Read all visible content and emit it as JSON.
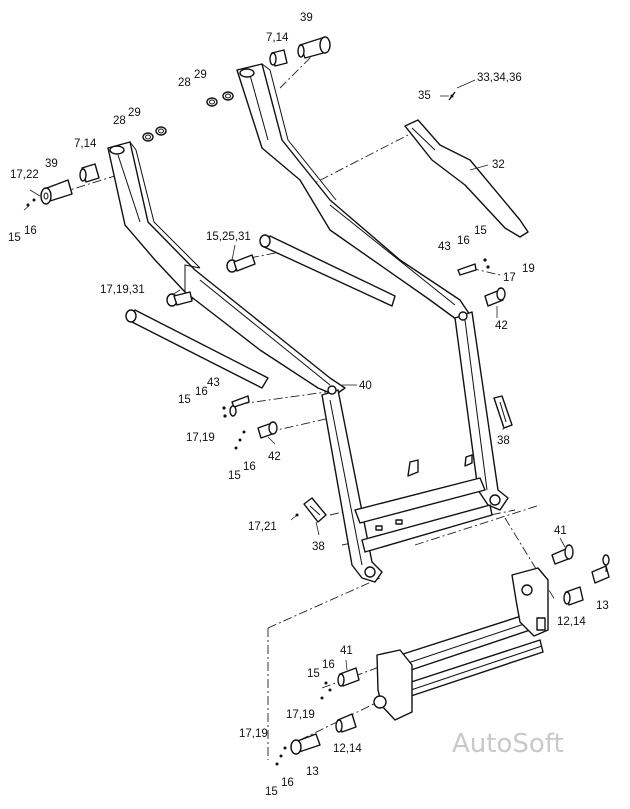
{
  "labels": {
    "l39a": "39",
    "l714a": "7,14",
    "l2829a": "29",
    "l28a": "28",
    "l35": "35",
    "l333436": "33,34,36",
    "l29b": "29",
    "l28b": "28",
    "l714b": "7,14",
    "l1722": "17,22",
    "l39b": "39",
    "l15a": "15",
    "l16a": "16",
    "l32": "32",
    "l152531": "15,25,31",
    "l15b": "15",
    "l43a": "43",
    "l16b": "16",
    "l17a": "17",
    "l19a": "19",
    "l171931": "17,19,31",
    "l42a": "42",
    "l40": "40",
    "l43b": "43",
    "l15c": "15",
    "l16c": "16",
    "l1719a": "17,19",
    "l42b": "42",
    "l15d": "15",
    "l16d": "16",
    "l38a": "38",
    "l1721": "17,21",
    "l38b": "38",
    "l41a": "41",
    "l13a": "13",
    "l1214a": "12,14",
    "l41b": "41",
    "l15e": "15",
    "l16e": "16",
    "l1719b": "17,19",
    "l1719c": "17,19",
    "l1214b": "12,14",
    "l13b": "13",
    "l15f": "15",
    "l16f": "16"
  },
  "watermark": "AutoSoft"
}
